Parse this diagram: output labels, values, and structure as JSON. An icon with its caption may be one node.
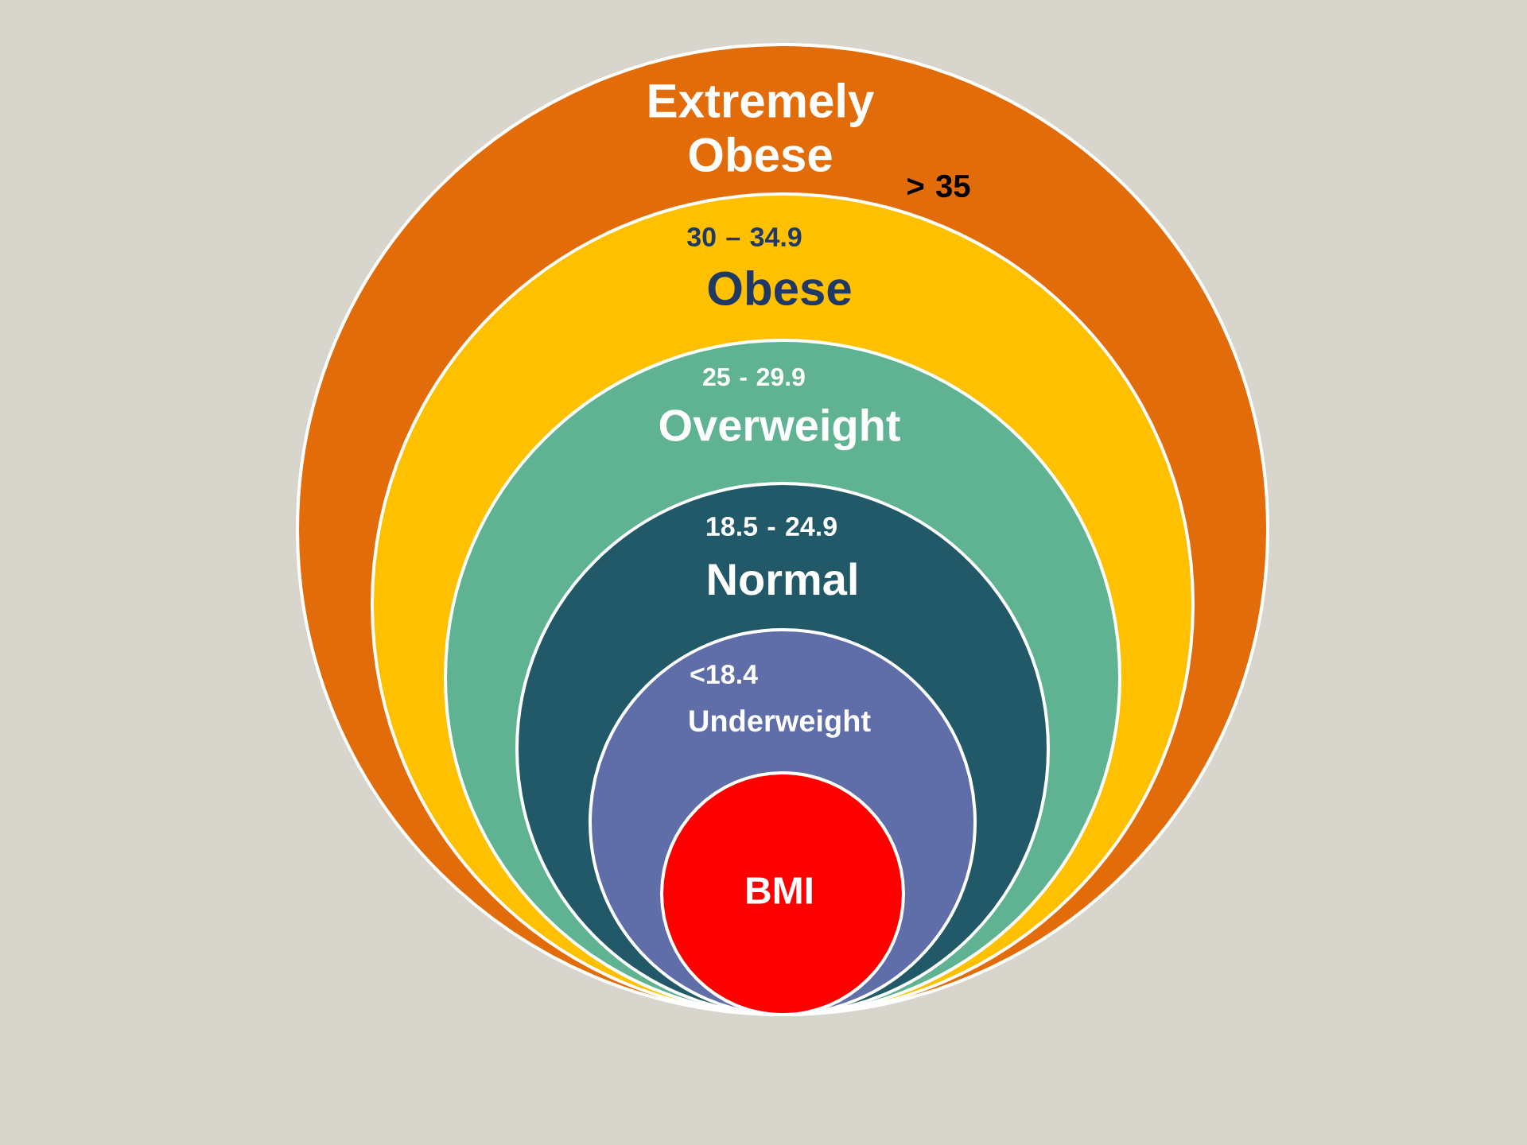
{
  "diagram": {
    "nodes": [
      {
        "text": [
          "Extremely Obese",
          "> 35"
        ]
      },
      {
        "text": [
          "30 – 34.9",
          "Obese"
        ],
        "in": 0
      },
      {
        "text": [
          "25 - 29.9",
          "Overweight"
        ],
        "in": 1
      },
      {
        "text": [
          "18.5 - 24.9",
          "Normal"
        ],
        "in": 2
      },
      {
        "text": [
          "<18.4",
          "Underweight"
        ],
        "in": 3
      },
      {
        "text": [
          "BMI"
        ],
        "in": 4
      }
    ]
  }
}
